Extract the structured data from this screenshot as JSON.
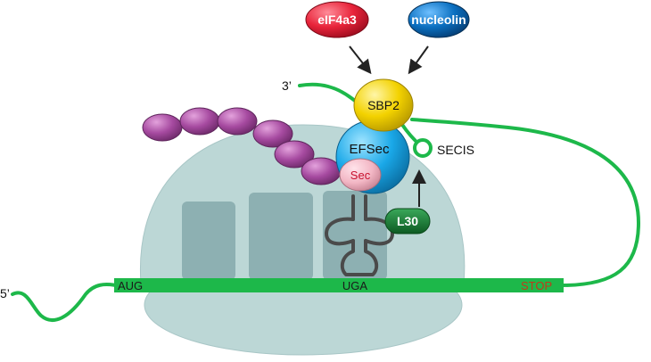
{
  "labels": {
    "eif4a3": "eIF4a3",
    "nucleolin": "nucleolin",
    "sbp2": "SBP2",
    "efsec": "EFSec",
    "sec": "Sec",
    "secis": "SECIS",
    "l30": "L30",
    "aug": "AUG",
    "uga": "UGA",
    "stop": "STOP",
    "five_prime": "5’",
    "three_prime": "3’"
  },
  "colors": {
    "mrna_green": "#1db84a",
    "ribosome": "#bcd7d6",
    "ribosome_slot": "#8db0b2",
    "eif4a3_red": "#e8243a",
    "nucleolin_blue": "#0a6fc0",
    "sbp2_yellow": "#f3d200",
    "efsec_cyan": "#1aa8e8",
    "sec_pink": "#f2b6c4",
    "l30_dark_green": "#137a2e",
    "peptide_purple": "#a64aa0",
    "trna_gray": "#4a4a4a",
    "stop_text": "#c03a1a",
    "sec_text": "#c8102e"
  }
}
